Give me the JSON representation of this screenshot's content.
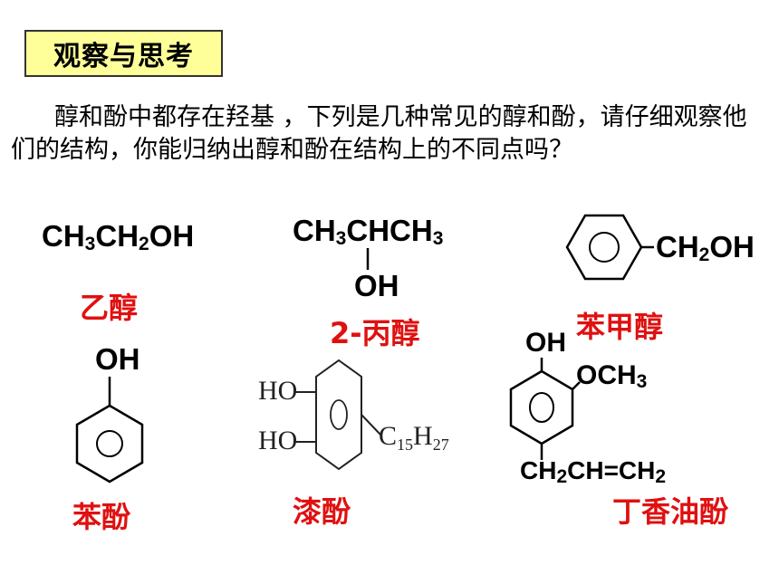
{
  "title": "观察与思考",
  "intro": "醇和酚中都存在羟基 ，下列是几种常见的醇和酚，请仔细观察他们的结构，你能归纳出醇和酚在结构上的不同点吗？",
  "ethanol": {
    "name": "乙醇"
  },
  "propanol": {
    "top_left": "CH",
    "top_mid": "CHCH",
    "oh": "OH",
    "name": "2-丙醇"
  },
  "benzyl": {
    "group": "CH",
    "oh": "OH",
    "name": "苯甲醇"
  },
  "phenol": {
    "oh": "OH",
    "name": "苯酚"
  },
  "urushiol": {
    "ho1": "HO",
    "ho2": "HO",
    "chain": "C",
    "name": "漆酚"
  },
  "eugenol": {
    "oh": "OH",
    "och": "OCH",
    "chain": "CH",
    "name": "丁香油酚"
  }
}
